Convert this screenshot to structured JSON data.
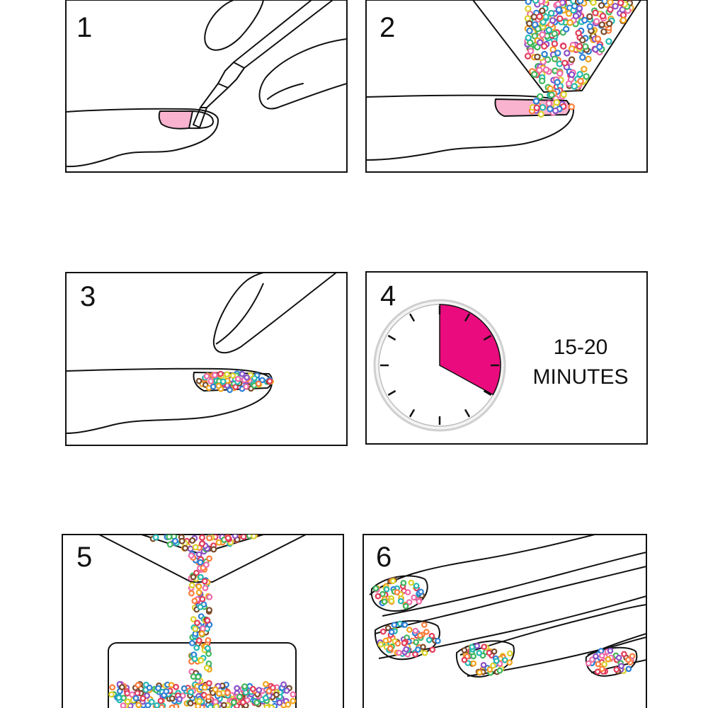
{
  "colors": {
    "outline": "#111111",
    "polish": "#f9b3cf",
    "timer_fill": "#ea0c7e",
    "clock_ring": "#cfcfcf",
    "beads": [
      "#e23b5a",
      "#2d7fd6",
      "#3fb65a",
      "#f2a31c",
      "#8b4fc7",
      "#23b8b0",
      "#d9d12a",
      "#ef6aa8",
      "#7a4a2a",
      "#ff7b39"
    ]
  },
  "panels": [
    {
      "label": "1",
      "step": "apply-pink-polish"
    },
    {
      "label": "2",
      "step": "pour-beads-onto-nail"
    },
    {
      "label": "3",
      "step": "press-beads"
    },
    {
      "label": "4",
      "step": "wait",
      "clock_fraction": 0.33,
      "timer_lines": [
        "15-20",
        "MINUTES"
      ]
    },
    {
      "label": "5",
      "step": "pour-excess-beads-back"
    },
    {
      "label": "6",
      "step": "finished-nails"
    }
  ],
  "icons": {
    "clock": "clock-icon",
    "brush": "nail-polish-brush-icon",
    "funnel": "bead-funnel-icon",
    "container": "bead-container-icon"
  }
}
